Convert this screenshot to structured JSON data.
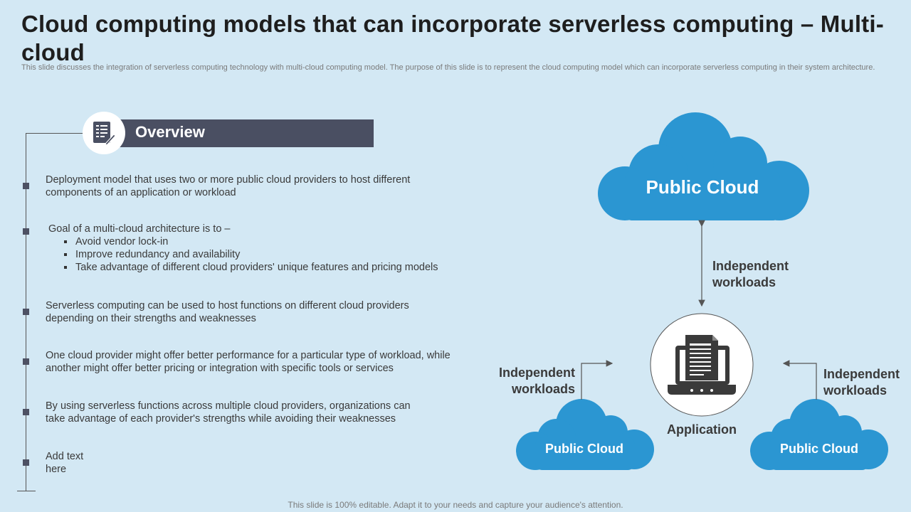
{
  "title": "Cloud computing models that can incorporate serverless computing – Multi-cloud",
  "subtitle": "This slide discusses the integration of serverless computing technology with multi-cloud computing model. The purpose of this slide is to represent the cloud computing model which can incorporate serverless computing in their system architecture.",
  "overview": {
    "heading": "Overview",
    "icon": "document-pen-icon",
    "items": [
      {
        "text": "Deployment model that uses two or more public cloud providers to host different components of an application or workload"
      },
      {
        "text": "Goal of a multi-cloud architecture is to –",
        "bullets": [
          "Avoid vendor lock-in",
          "Improve redundancy and availability",
          "Take advantage of different cloud providers' unique features and pricing models"
        ]
      },
      {
        "text": "Serverless computing can be used to host functions on different cloud providers depending on their strengths and weaknesses"
      },
      {
        "text": "One cloud provider might offer better performance for a particular type of workload, while another might offer better pricing or integration with specific tools or services"
      },
      {
        "text": "By using serverless functions across multiple cloud providers, organizations can take advantage of each provider's strengths while avoiding their weaknesses"
      },
      {
        "text": "Add text here"
      }
    ]
  },
  "diagram": {
    "top_cloud": "Public Cloud",
    "left_cloud": "Public Cloud",
    "right_cloud": "Public Cloud",
    "center_label": "Application",
    "center_icon": "laptop-document-icon",
    "top_link_label": "Independent workloads",
    "left_link_label": "Independent workloads",
    "right_link_label": "Independent workloads"
  },
  "colors": {
    "cloud": "#2b96d2",
    "bar": "#4a4f62",
    "background": "#d3e8f4"
  },
  "footer": "This slide is 100% editable. Adapt it to your needs and capture your audience's attention."
}
